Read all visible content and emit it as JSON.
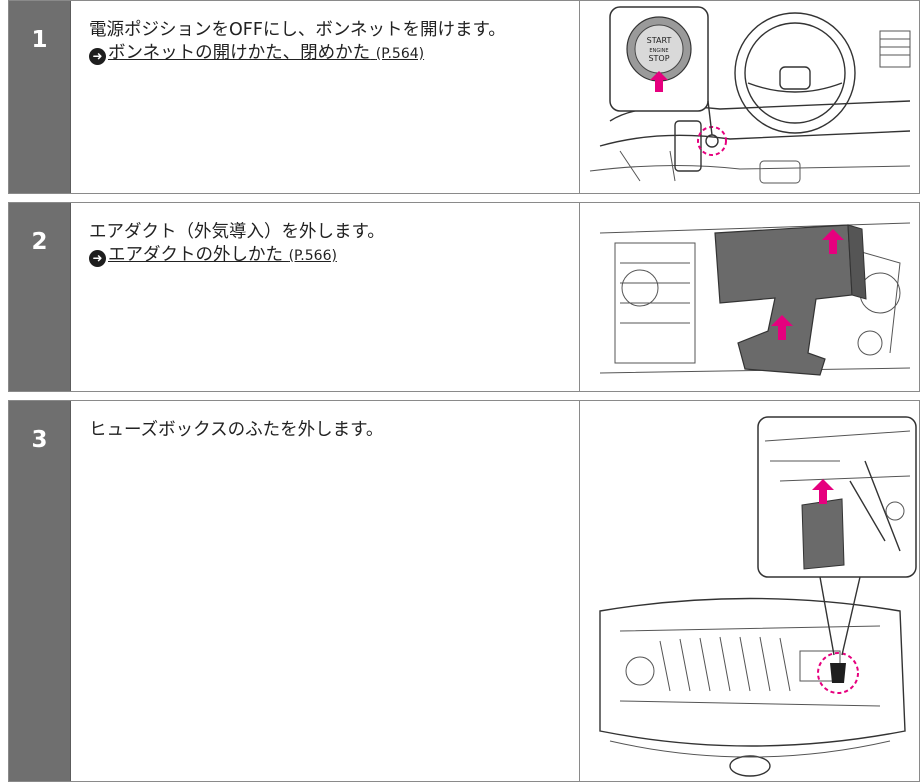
{
  "steps": [
    {
      "number": "1",
      "text": "電源ポジションをOFFにし、ボンネットを開けます。",
      "link_text": "ボンネットの開けかた、閉めかた",
      "link_ref": "(P.564)",
      "illustration": {
        "button_lines": [
          "START",
          "ENGINE",
          "STOP"
        ]
      }
    },
    {
      "number": "2",
      "text": "エアダクト（外気導入）を外します。",
      "link_text": "エアダクトの外しかた",
      "link_ref": "(P.566)"
    },
    {
      "number": "3",
      "text": "ヒューズボックスのふたを外します。"
    }
  ],
  "colors": {
    "step_bg": "#6f6f6f",
    "arrow": "#e6007e",
    "part": "#6a6a6a"
  },
  "icons": {
    "link_arrow": "arrow-right-circle-icon"
  }
}
